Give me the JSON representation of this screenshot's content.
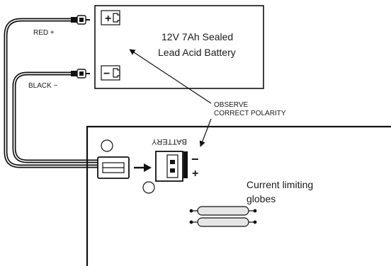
{
  "battery": {
    "line1": "12V 7Ah Sealed",
    "line2": "Lead Acid Battery",
    "positive_symbol": "+",
    "negative_symbol": "−"
  },
  "wires": {
    "red_label": "RED +",
    "black_label": "BLACK −"
  },
  "polarity_note": {
    "line1": "OBSERVE",
    "line2": "CORRECT POLARITY"
  },
  "board": {
    "connector_label": "BATTERY",
    "connector_minus": "−",
    "connector_plus": "+",
    "globes_line1": "Current limiting",
    "globes_line2": "globes"
  },
  "colors": {
    "line": "#111111",
    "background": "#ffffff",
    "globe_fill": "#e6e6e6"
  }
}
